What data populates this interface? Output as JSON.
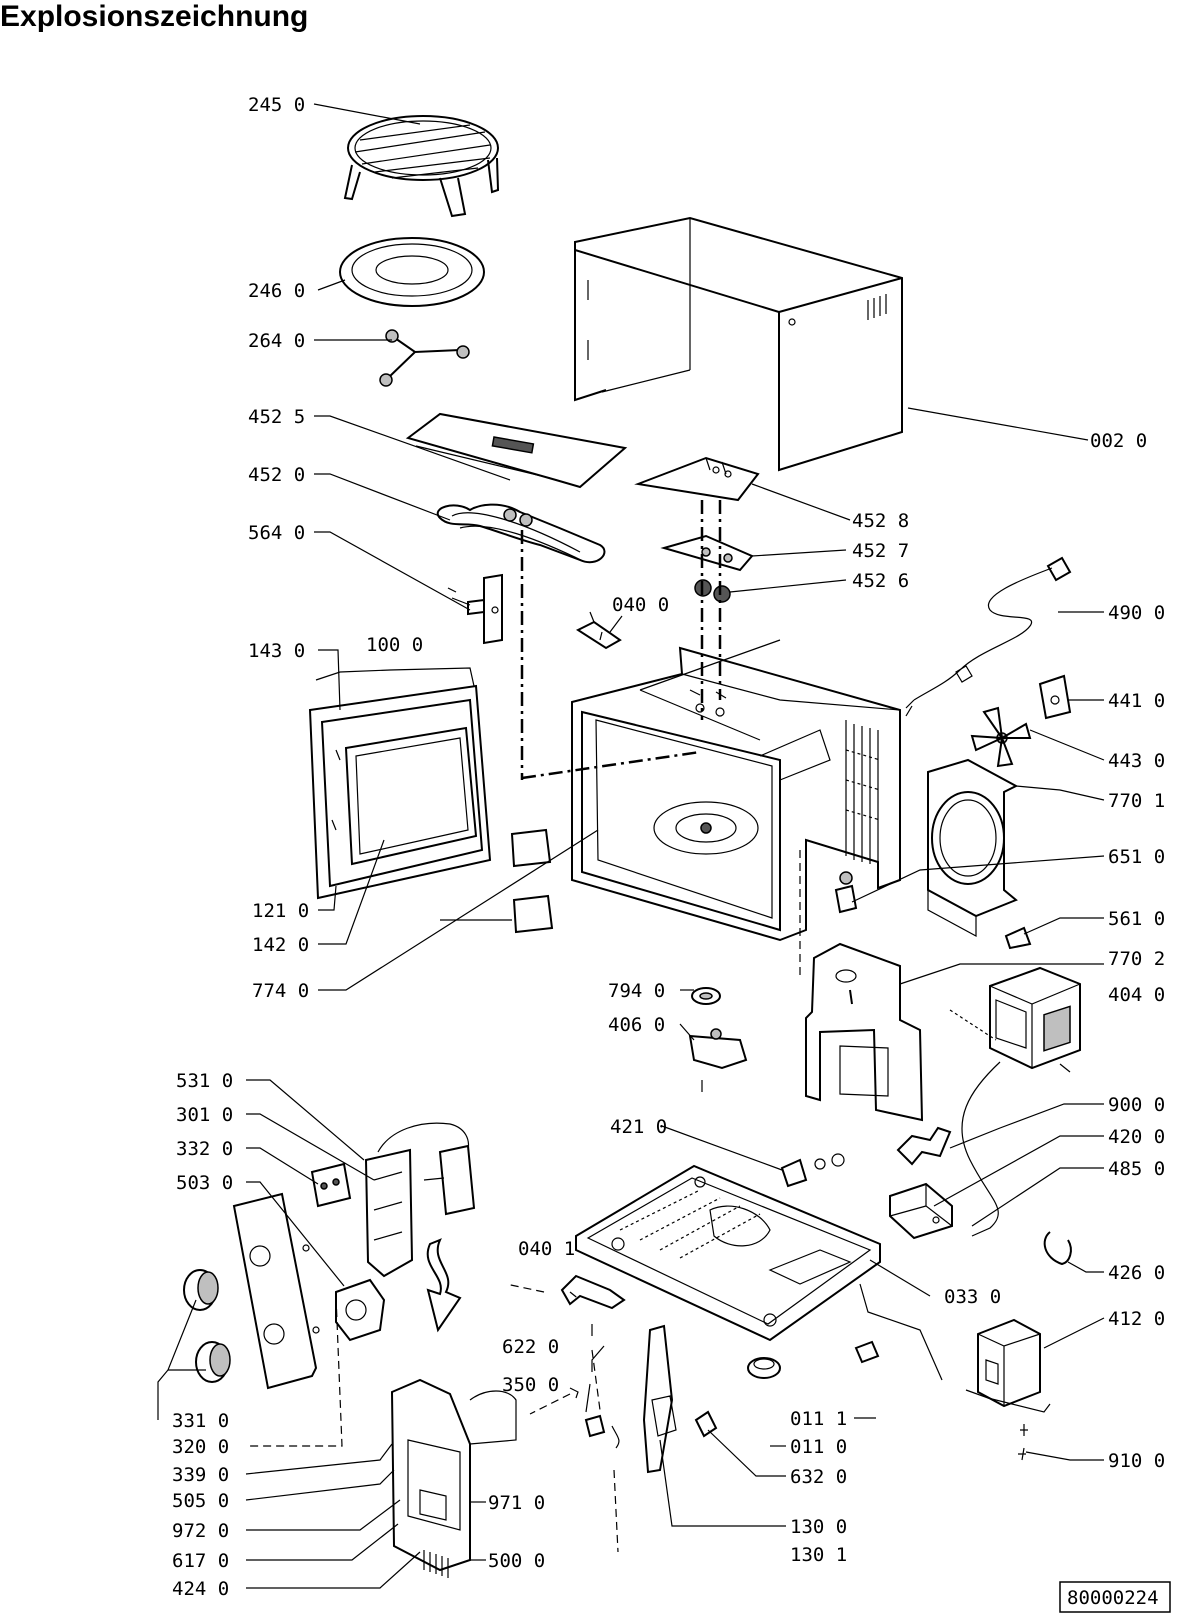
{
  "title": "Explosionszeichnung",
  "drawing_number": "80000224",
  "labels": {
    "l245_0": "245  0",
    "l246_0": "246  0",
    "l264_0": "264  0",
    "l452_5": "452  5",
    "l452_0": "452  0",
    "l564_0": "564  0",
    "l143_0": "143  0",
    "l100_0": "100  0",
    "l121_0": "121  0",
    "l142_0": "142  0",
    "l774_0": "774 0",
    "l002_0": "002  0",
    "l452_8": "452  8",
    "l452_7": "452  7",
    "l452_6": "452  6",
    "l040_0": "040  0",
    "l490_0": "490  0",
    "l441_0": "441  0",
    "l443_0": "443  0",
    "l770_1": "770  1",
    "l651_0": "651  0",
    "l561_0": "561  0",
    "l770_2": "770  2",
    "l404_0": "404  0",
    "l794_0": "794  0",
    "l406_0": "406  0",
    "l900_0": "900  0",
    "l420_0": "420  0",
    "l485_0": "485  0",
    "l421_0": "421  0",
    "l426_0": "426  0",
    "l033_0": "033  0",
    "l412_0": "412  0",
    "l040_1": "040  1",
    "l622_0": "622  0",
    "l350_0": "350  0",
    "l011_1": "011  1",
    "l011_0": "011  0",
    "l632_0": "632  0",
    "l910_0": "910  0",
    "l130_0": "130  0",
    "l130_1": "130  1",
    "l531_0": "531  0",
    "l301_0": "301  0",
    "l332_0": "332  0",
    "l503_0": "503  0",
    "l331_0": "331  0",
    "l320_0": "320  0",
    "l339_0": "339  0",
    "l505_0": "505  0",
    "l972_0": "972  0",
    "l617_0": "617  0",
    "l424_0": "424  0",
    "l971_0": "971  0",
    "l500_0": "500  0"
  }
}
